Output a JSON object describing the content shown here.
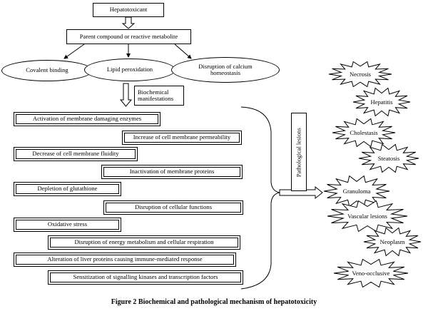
{
  "top": {
    "hepatotoxicant": "Hepatotoxicant",
    "parent": "Parent compound or reactive metabolite"
  },
  "mechanisms": {
    "covalent": "Covalent binding",
    "lipid": "Lipid peroxidation",
    "calcium": "Disruption of calcium homeostasis"
  },
  "biochem_label": "Biochemical manifestations",
  "manifestations": [
    "Activation of membrane damaging enzymes",
    "Increase of cell membrane permeability",
    "Decrease of cell membrane fluidity",
    "Inactivation of membrane proteins",
    "Depletion of glutathione",
    "Disruption of cellular functions",
    "Oxidative stress",
    "Disruption of energy metabolism and cellular respiration",
    "Alteration of liver proteins causing immune-mediated response",
    "Sensitization of signalling kinases and transcription factors"
  ],
  "patho_label": "Pathological lesions",
  "lesions": [
    "Necrosis",
    "Hepatitis",
    "Cholestasis",
    "Steatosis",
    "Granuloma",
    "Vascular lesions",
    "Neoplasm",
    "Veno-occlusive"
  ],
  "caption": "Figure 2 Biochemical and pathological mechanism of hepatotoxicity"
}
